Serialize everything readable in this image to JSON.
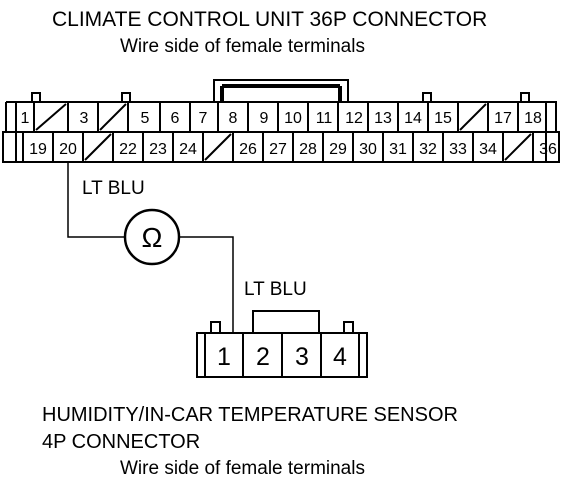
{
  "top_connector": {
    "title": "CLIMATE CONTROL UNIT 36P CONNECTOR",
    "subtitle": "Wire side of female terminals",
    "row1_pins": [
      "1",
      "",
      "3",
      "",
      "5",
      "6",
      "7",
      "8",
      "9",
      "10",
      "11",
      "12",
      "13",
      "14",
      "15",
      "",
      "17",
      "18"
    ],
    "row2_pins": [
      "19",
      "20",
      "",
      "22",
      "23",
      "24",
      "",
      "26",
      "27",
      "28",
      "29",
      "30",
      "31",
      "32",
      "33",
      "34",
      "",
      "36"
    ]
  },
  "wire_labels": {
    "upper": "LT BLU",
    "lower": "LT BLU"
  },
  "meter": {
    "symbol": "Ω",
    "icon": "ohmmeter-icon"
  },
  "bottom_connector": {
    "pins": [
      "1",
      "2",
      "3",
      "4"
    ],
    "title_line1": "HUMIDITY/IN-CAR TEMPERATURE SENSOR",
    "title_line2": "4P CONNECTOR",
    "subtitle": "Wire side of female terminals"
  },
  "colors": {
    "line": "#000000",
    "background": "#ffffff"
  }
}
